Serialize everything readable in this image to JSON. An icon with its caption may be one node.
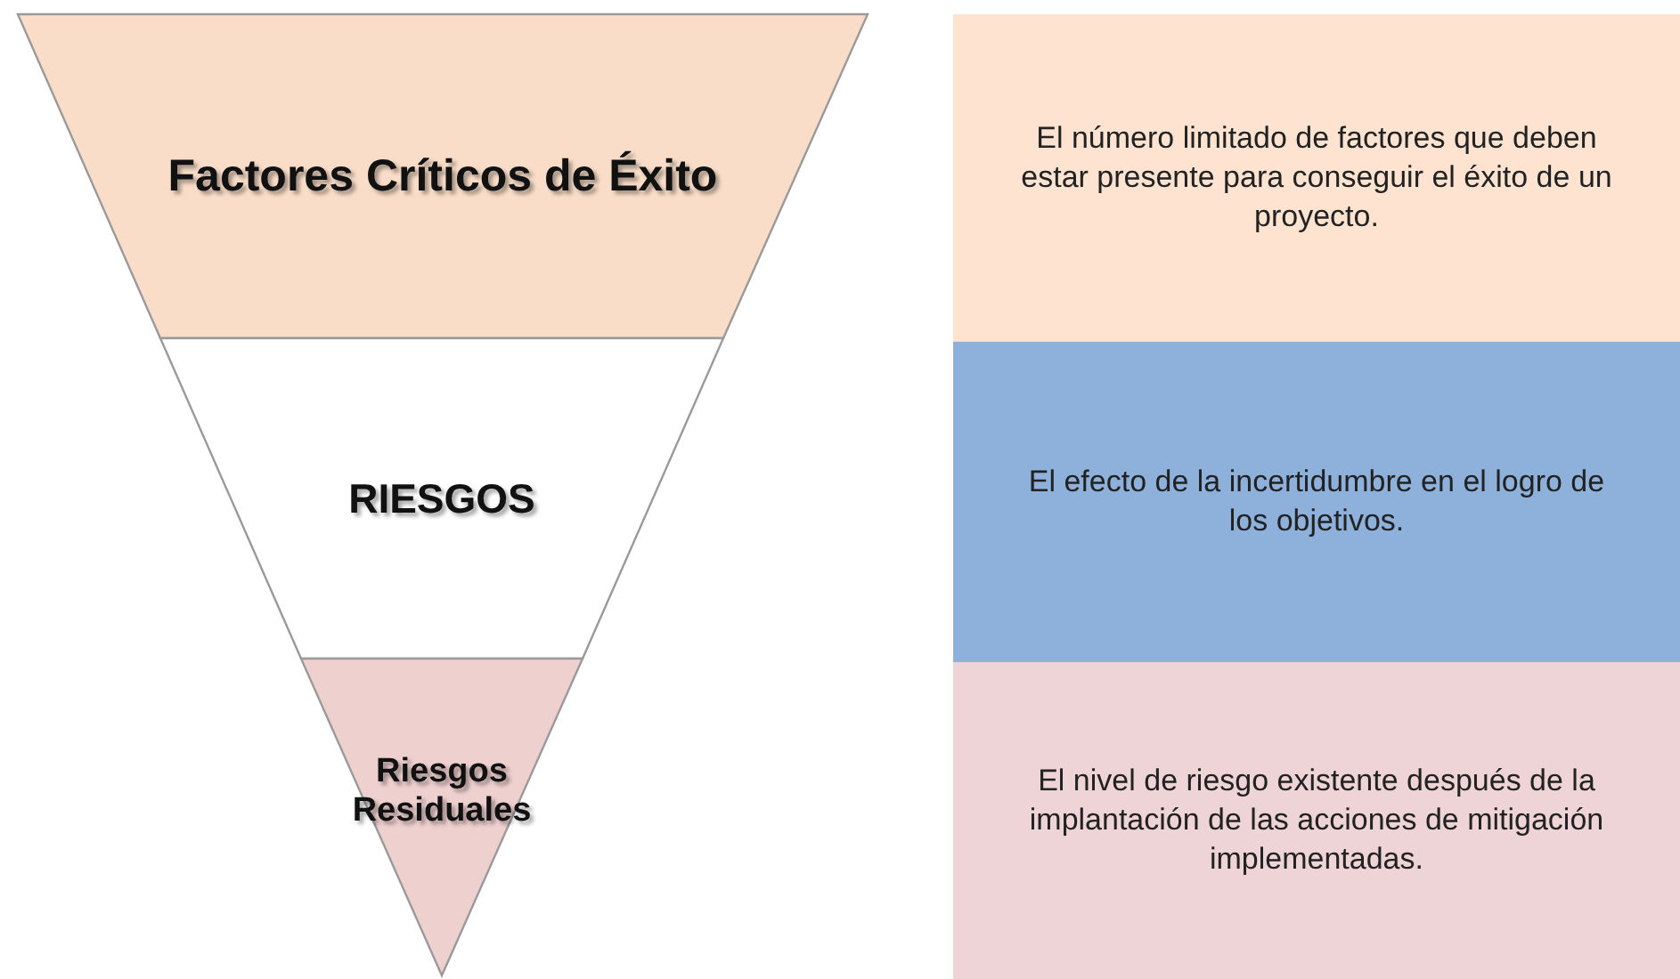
{
  "diagram": {
    "nodes": [
      {
        "text": [
          "Factores Críticos de Éxito"
        ]
      },
      {
        "text": [
          "RIESGOS"
        ]
      },
      {
        "text": [
          "Riesgos Residuales"
        ]
      },
      {
        "text": [
          "El número limitado de factores que deben estar presente para conseguir el éxito de un proyecto."
        ]
      },
      {
        "text": [
          "El efecto de la incertidumbre en el logro de los objetivos."
        ]
      },
      {
        "text": [
          "El nivel de riesgo existente después de la implantación de las acciones de mitigación implementadas."
        ]
      }
    ],
    "edges": []
  }
}
